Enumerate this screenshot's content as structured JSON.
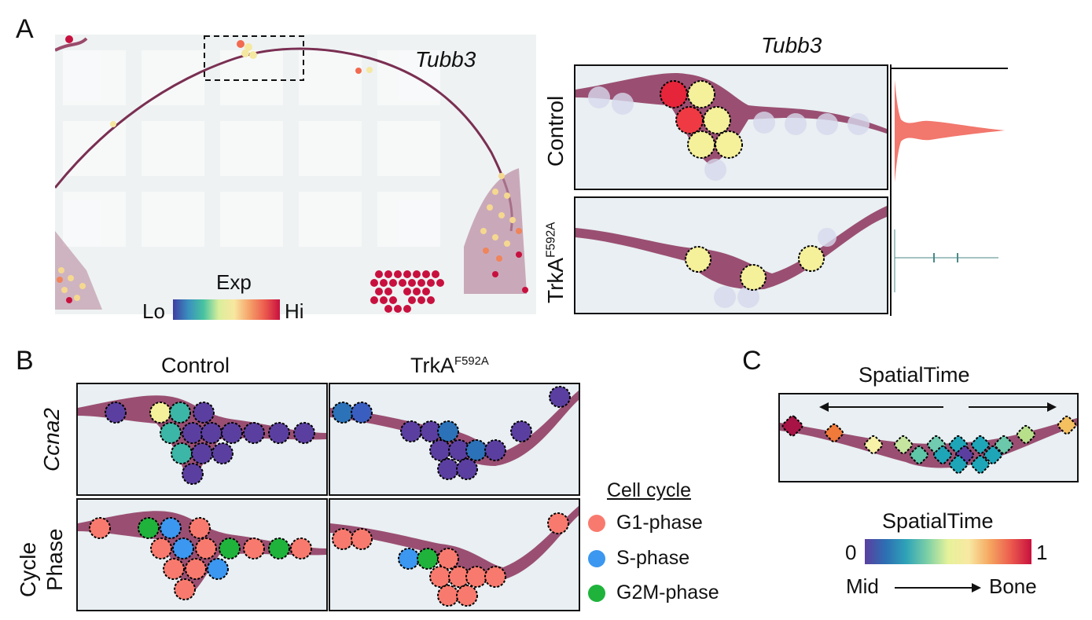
{
  "panels": {
    "a": {
      "letter": "A",
      "gene_left": "Tubb3",
      "gene_right": "Tubb3",
      "row_control": "Control",
      "row_mutant": "TrkA",
      "row_mutant_sup": "F592A",
      "colorbar_title": "Exp",
      "colorbar_lo": "Lo",
      "colorbar_hi": "Hi"
    },
    "b": {
      "letter": "B",
      "col_control": "Control",
      "col_mutant": "TrkA",
      "col_mutant_sup": "F592A",
      "row_ccna2": "Ccna2",
      "row_phase_line1": "Cycle",
      "row_phase_line2": "Phase",
      "legend_title": "Cell cycle",
      "legend": [
        {
          "label": "G1-phase",
          "color": "#f87a6e"
        },
        {
          "label": "S-phase",
          "color": "#3b97f0"
        },
        {
          "label": "G2M-phase",
          "color": "#1fb33c"
        }
      ]
    },
    "c": {
      "letter": "C",
      "title": "SpatialTime",
      "colorbar_title": "SpatialTime",
      "colorbar_min": "0",
      "colorbar_max": "1",
      "axis_left": "Mid",
      "axis_right": "Bone"
    }
  },
  "colors": {
    "hi": "#c8103e",
    "high_mid": "#f26a4f",
    "mid": "#f5f0a0",
    "teal": "#3cb6a6",
    "purple": "#5b3fa0",
    "tissue": "#8a3a5c"
  }
}
